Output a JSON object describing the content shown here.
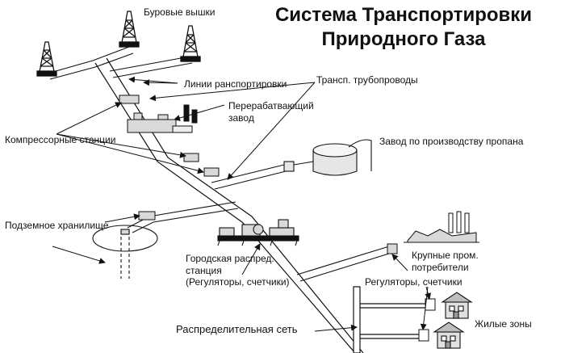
{
  "title": {
    "line1": "Система Транспортировки",
    "line2": "Природного Газа"
  },
  "labels": {
    "drilling_rigs": "Буровые вышки",
    "transport_lines": "Линии ранспортировки",
    "trunk_pipelines": "Трансп. трубопроводы",
    "processing_plant_line1": "Перерабатвающий",
    "processing_plant_line2": "завод",
    "compressor_stations": "Компрессорные станции",
    "propane_plant": "Завод по производству пропана",
    "underground_storage": "Подземное хранилище",
    "city_station_line1": "Городская распред.",
    "city_station_line2": "станция",
    "city_station_line3": "(Регуляторы, счетчики)",
    "large_consumers_line1": "Крупные пром.",
    "large_consumers_line2": "потребители",
    "regulators_meters": "Регуляторы, счетчики",
    "residential_zones": "Жилые зоны",
    "distribution_network": "Распределительная сеть"
  },
  "colors": {
    "ink": "#111111",
    "pipe_fill": "#f2f2f2",
    "box_fill": "#d9d9d9",
    "background": "#ffffff"
  }
}
